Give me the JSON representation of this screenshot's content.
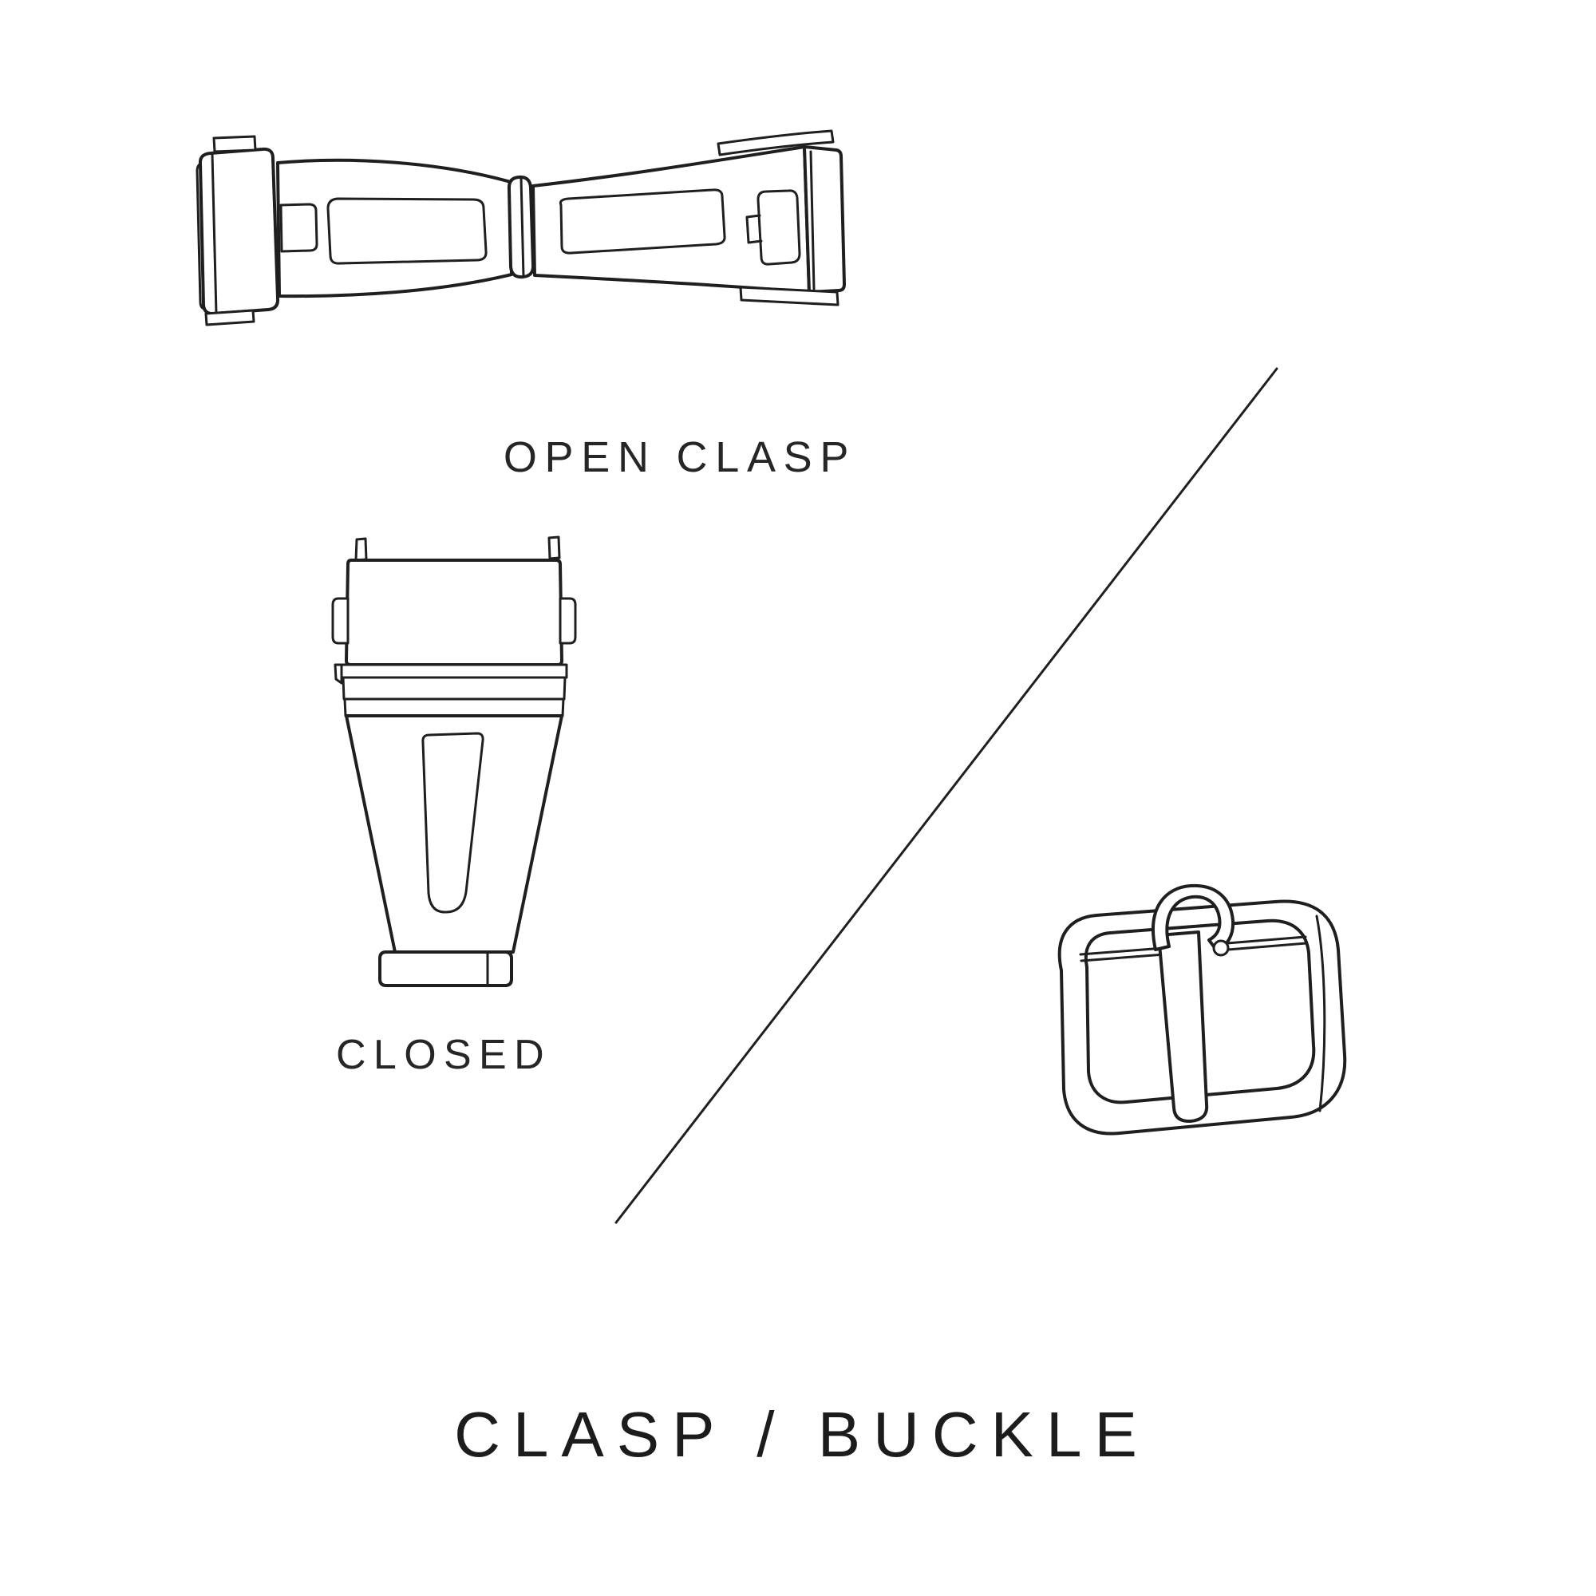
{
  "meta": {
    "background": "#ffffff",
    "line_color": "#1f1f1f"
  },
  "labels": {
    "open_clasp": "OPEN CLASP",
    "closed": "CLOSED",
    "title": "CLASP / BUCKLE"
  },
  "illustrations": {
    "open_clasp": "open-deployant-clasp-illustration",
    "closed_clasp": "closed-clasp-illustration",
    "buckle": "tang-buckle-illustration",
    "divider": "diagonal-divider-line"
  }
}
